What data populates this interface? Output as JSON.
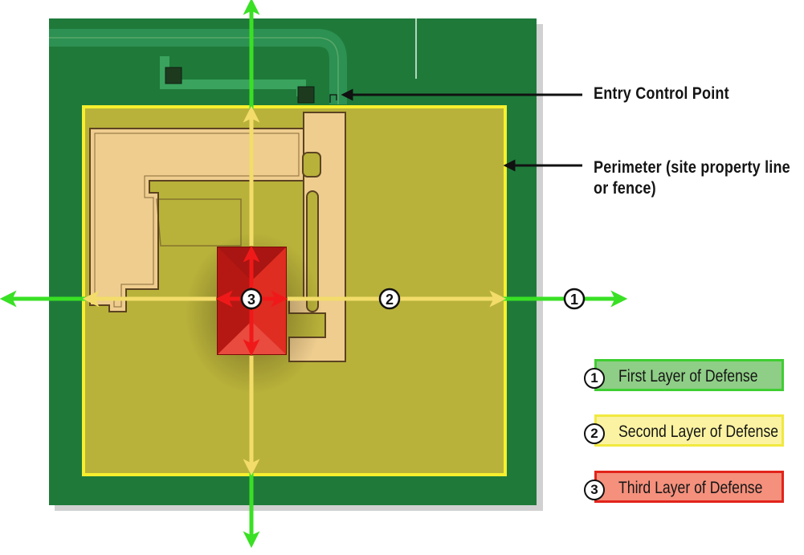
{
  "callouts": {
    "entry_control_point": "Entry Control Point",
    "perimeter_line1": "Perimeter (site property line",
    "perimeter_line2": "or fence)"
  },
  "rings": {
    "first": "1",
    "second": "2",
    "third": "3"
  },
  "legend": [
    {
      "number": "1",
      "label": "First Layer of Defense",
      "fill": "#8fce86",
      "border": "#3fce32"
    },
    {
      "number": "2",
      "label": "Second Layer of Defense",
      "fill": "#fbf3a2",
      "border": "#f1e93f"
    },
    {
      "number": "3",
      "label": "Third Layer of Defense",
      "fill": "#f4907c",
      "border": "#e2241b"
    }
  ],
  "colors": {
    "site_green": "#1f7a3a",
    "perimeter_yellow": "#f7ef2e",
    "interior_olive": "#b8b23a",
    "building_red": "#d6221c",
    "first_layer_arrow": "#39e024",
    "second_layer_arrow": "#f3dc6a",
    "third_layer_arrow": "#f0191a"
  }
}
